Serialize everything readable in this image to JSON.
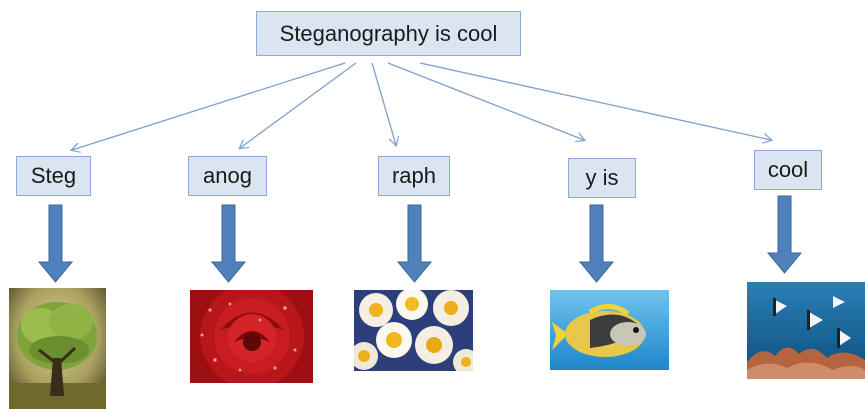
{
  "diagram": {
    "root": {
      "label": "Steganography is cool"
    },
    "children": [
      {
        "label": "Steg",
        "image": "tree-image"
      },
      {
        "label": "anog",
        "image": "rose-image"
      },
      {
        "label": "raph",
        "image": "daisies-image"
      },
      {
        "label": "y is",
        "image": "fish-image"
      },
      {
        "label": "cool",
        "image": "reef-fish-image"
      }
    ],
    "colors": {
      "box_fill": "#dbe5f1",
      "box_border": "#8eaadb",
      "connector_line": "#7f9fcc",
      "down_arrow": "#4f81bd"
    }
  }
}
